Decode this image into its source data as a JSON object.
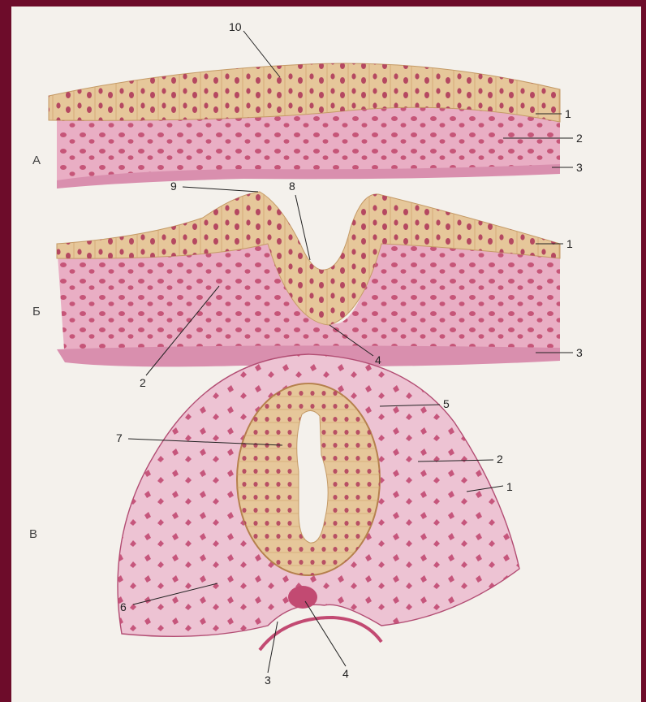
{
  "colors": {
    "background": "#6d0c2a",
    "paper": "#f4f1ec",
    "ectoderm": "#e6c79a",
    "mesenchyme": "#e9aec4",
    "nucleus": "#b03a5b",
    "endoderm": "#d98fae"
  },
  "panels": {
    "a": "А",
    "b": "Б",
    "v": "В"
  },
  "labels": {
    "a_10": "10",
    "a_1": "1",
    "a_2": "2",
    "a_3": "3",
    "b_9": "9",
    "b_8": "8",
    "b_1": "1",
    "b_2": "2",
    "b_4": "4",
    "b_3": "3",
    "v_5": "5",
    "v_7": "7",
    "v_2": "2",
    "v_1": "1",
    "v_6": "6",
    "v_3": "3",
    "v_4": "4"
  }
}
